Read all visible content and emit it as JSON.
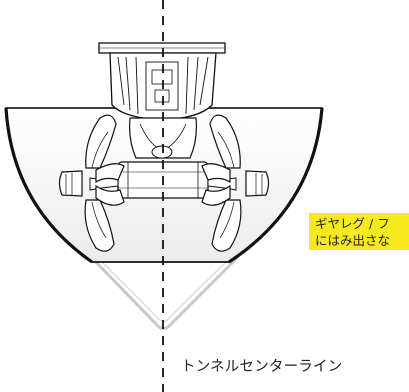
{
  "callout": {
    "line1": "ギヤレグ / フ",
    "line2": "にはみ出さな",
    "color": "#f7ea1c"
  },
  "center_line_label": "トンネルセンターライン",
  "colors": {
    "hull_outline": "#111111",
    "hull_fill": "#f3f3f3",
    "protruding_outline": "#c4c4c4",
    "center_line": "#111111"
  }
}
